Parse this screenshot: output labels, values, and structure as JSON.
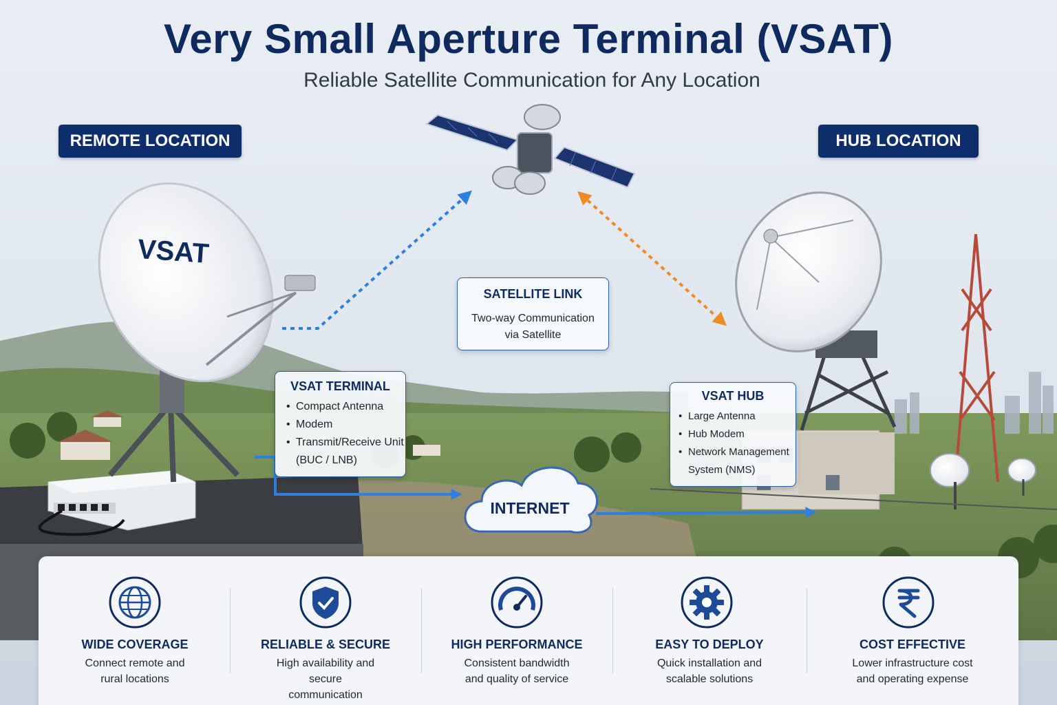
{
  "header": {
    "title": "Very Small Aperture Terminal (VSAT)",
    "subtitle": "Reliable Satellite Communication for Any Location"
  },
  "locations": {
    "remote": "REMOTE LOCATION",
    "hub": "HUB LOCATION"
  },
  "dish_logo": "VSAT",
  "satellite_link": {
    "title": "SATELLITE LINK",
    "description": "Two-way Communication via Satellite"
  },
  "terminal": {
    "title": "VSAT TERMINAL",
    "items": [
      "Compact Antenna",
      "Modem",
      "Transmit/Receive Unit (BUC / LNB)"
    ]
  },
  "hub": {
    "title": "VSAT HUB",
    "items": [
      "Large Antenna",
      "Hub Modem",
      "Network Management System (NMS)"
    ]
  },
  "cloud": {
    "label": "INTERNET"
  },
  "features": [
    {
      "icon": "globe-icon",
      "title": "WIDE COVERAGE",
      "description": "Connect remote and rural locations"
    },
    {
      "icon": "shield-check-icon",
      "title": "RELIABLE & SECURE",
      "description": "High availability and secure communication"
    },
    {
      "icon": "speedometer-icon",
      "title": "HIGH PERFORMANCE",
      "description": "Consistent bandwidth and quality of service"
    },
    {
      "icon": "gear-icon",
      "title": "EASY TO DEPLOY",
      "description": "Quick installation and scalable solutions"
    },
    {
      "icon": "rupee-icon",
      "title": "COST EFFECTIVE",
      "description": "Lower infrastructure cost and operating expense"
    }
  ],
  "colors": {
    "navy": "#0e2a5e",
    "uplink_arrow": "#2f7fe0",
    "downlink_arrow": "#f08a24",
    "internet_line": "#2f7fe0"
  }
}
